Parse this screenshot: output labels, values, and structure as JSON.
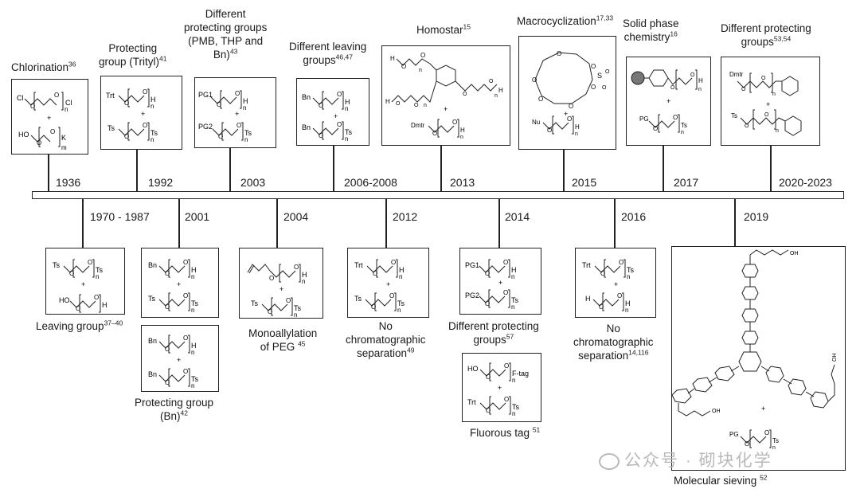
{
  "top_events": [
    {
      "year": "1936",
      "title": "Chlorination",
      "ref": "36",
      "mol_a": "Cl",
      "mol_b": "HO"
    },
    {
      "year": "1992",
      "title": "Protecting group (Trityl)",
      "ref": "41",
      "mol_a": "Trt",
      "mol_b": "Ts"
    },
    {
      "year": "2003",
      "title": "Different protecting groups (PMB, THP and Bn)",
      "ref": "43",
      "mol_a": "PG1",
      "mol_b": "PG2"
    },
    {
      "year": "2006-2008",
      "title": "Different leaving groups",
      "ref": "46,47",
      "mol_a": "Bn",
      "mol_b": "Bn"
    },
    {
      "year": "2013",
      "title": "Homostar",
      "ref": "15",
      "mol_a": "Dmtr"
    },
    {
      "year": "2015",
      "title": "Macrocyclization",
      "ref": "17,33",
      "mol_a": "Nu"
    },
    {
      "year": "2017",
      "title": "Solid phase chemistry",
      "ref": "16",
      "mol_a": "PG"
    },
    {
      "year": "2020-2023",
      "title": "Different protecting groups",
      "ref": "53,54",
      "mol_a": "Dmtr",
      "mol_b": "Ts"
    }
  ],
  "bottom_events": [
    {
      "year": "1970 - 1987",
      "title": "Leaving group",
      "ref": "37–40",
      "mol_a": "Ts",
      "mol_b": "HO"
    },
    {
      "year": "2001",
      "title": "Protecting group (Bn)",
      "ref": "42",
      "mol_a": "Bn",
      "mol_b": "Ts",
      "mol_c": "Bn",
      "mol_d": "Bn"
    },
    {
      "year": "2004",
      "title": "Monoallylation of PEG",
      "ref": "45",
      "mol_b": "Ts"
    },
    {
      "year": "2012",
      "title": "No chromatographic separation",
      "ref": "49",
      "mol_a": "Trt",
      "mol_b": "Ts"
    },
    {
      "year": "2014",
      "title": "Different protecting groups",
      "ref": "57",
      "mol_a": "PG1",
      "mol_b": "PG2",
      "extra_title": "Fluorous tag",
      "extra_ref": "51",
      "mol_c": "HO",
      "mol_d": "Trt",
      "ftag": "F-tag"
    },
    {
      "year": "2016",
      "title": "No chromatographic separation",
      "ref": "14,116",
      "mol_a": "Trt",
      "mol_b": "H"
    },
    {
      "year": "2019",
      "title": "Molecular sieving",
      "ref": "52",
      "mol_a": "PG"
    }
  ],
  "labels": {
    "title_1936": "Chlorination",
    "title_1992a": "Protecting",
    "title_1992b": "group (Trityl)",
    "title_2003a": "Different",
    "title_2003b": "protecting groups",
    "title_2003c": "(PMB, THP and",
    "title_2003d": "Bn)",
    "title_2006a": "Different leaving",
    "title_2006b": "groups",
    "title_2013": "Homostar",
    "title_2015": "Macrocyclization",
    "title_2017a": "Solid phase",
    "title_2017b": "chemistry",
    "title_2020a": "Different protecting",
    "title_2020b": "groups",
    "title_1970": "Leaving group",
    "title_2001a": "Protecting group",
    "title_2001b": "(Bn)",
    "title_2004a": "Monoallylation",
    "title_2004b": "of PEG",
    "title_2012a": "No",
    "title_2012b": "chromatographic",
    "title_2012c": "separation",
    "title_2014a": "Different protecting",
    "title_2014b": "groups",
    "title_ftag": "Fluorous tag",
    "title_2016a": "No",
    "title_2016b": "chromatographic",
    "title_2016c": "separation",
    "title_2019": "Molecular sieving",
    "sym_n": "n",
    "sym_m": "m",
    "sym_k": "K",
    "sym_h": "H",
    "sym_ts": "Ts",
    "sym_cl": "Cl",
    "sym_plus": "+",
    "sym_oh": "OH",
    "sym_o": "O",
    "sym_s": "S"
  },
  "watermark": "公众号 · 砌块化学",
  "colors": {
    "line": "#222222",
    "text": "#1a1a1a",
    "watermark": "#b9b9b9",
    "bead": "#777777"
  }
}
